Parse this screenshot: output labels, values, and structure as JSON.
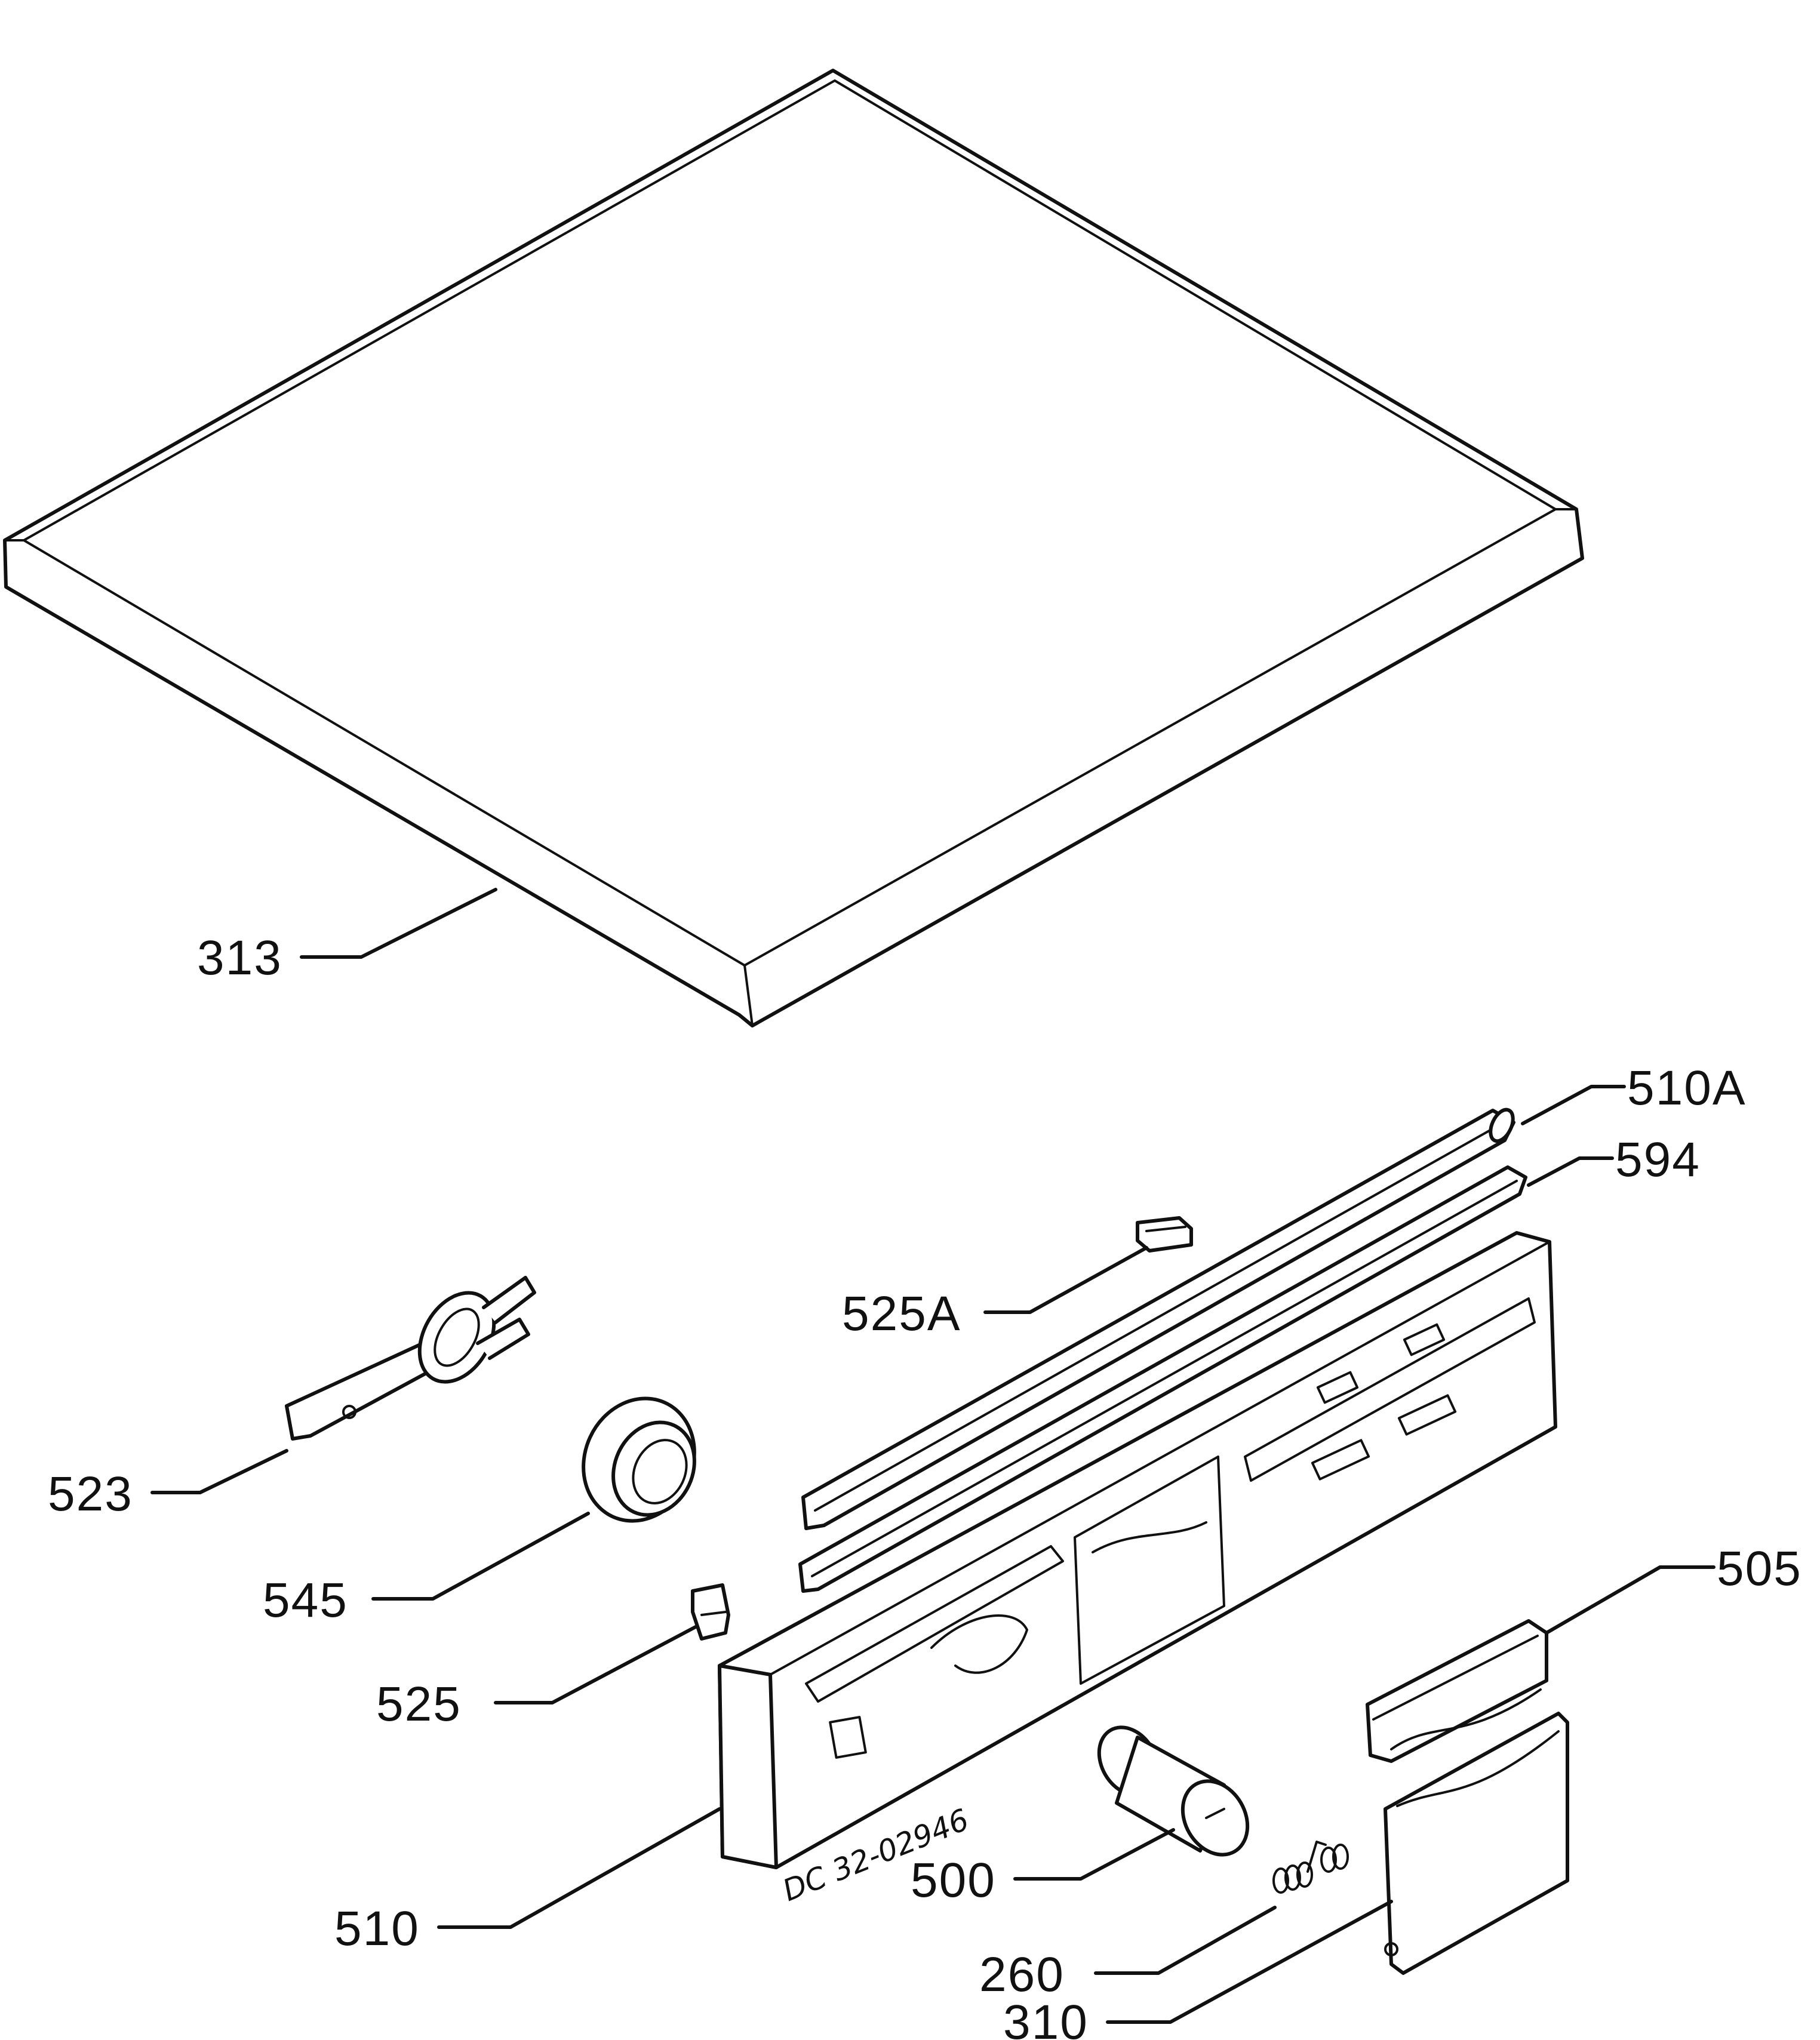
{
  "colors": {
    "ink": "#111111",
    "paper": "#ffffff"
  },
  "drawing_code": "DC 32-02946",
  "labels": {
    "p313": "313",
    "p510A": "510A",
    "p594": "594",
    "p525A": "525A",
    "p523": "523",
    "p545": "545",
    "p525": "525",
    "p505": "505",
    "p510": "510",
    "p500": "500",
    "p260": "260",
    "p310": "310"
  }
}
